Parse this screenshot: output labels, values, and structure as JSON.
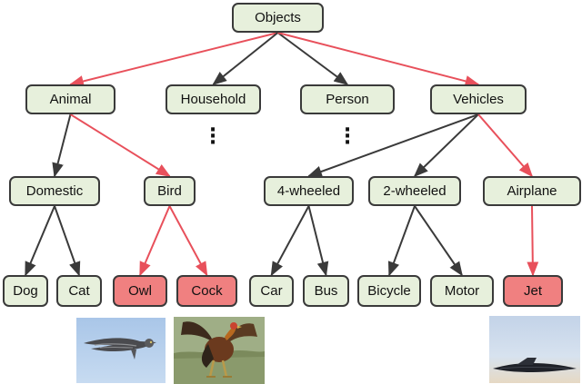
{
  "colors": {
    "node_fill": "#e7f0dc",
    "highlight_fill": "#f08080",
    "edge_gray": "#3a3a3a",
    "edge_red": "#e8505b"
  },
  "nodes": {
    "objects": "Objects",
    "animal": "Animal",
    "household": "Household",
    "person": "Person",
    "vehicles": "Vehicles",
    "domestic": "Domestic",
    "bird": "Bird",
    "four_wheeled": "4-wheeled",
    "two_wheeled": "2-wheeled",
    "airplane": "Airplane",
    "dog": "Dog",
    "cat": "Cat",
    "owl": "Owl",
    "cock": "Cock",
    "car": "Car",
    "bus": "Bus",
    "bicycle": "Bicycle",
    "motor": "Motor",
    "jet": "Jet"
  },
  "edges": [
    {
      "from": "objects",
      "to": "animal",
      "highlight": true
    },
    {
      "from": "objects",
      "to": "household",
      "highlight": false
    },
    {
      "from": "objects",
      "to": "person",
      "highlight": false
    },
    {
      "from": "objects",
      "to": "vehicles",
      "highlight": true
    },
    {
      "from": "animal",
      "to": "domestic",
      "highlight": false
    },
    {
      "from": "animal",
      "to": "bird",
      "highlight": true
    },
    {
      "from": "vehicles",
      "to": "four_wheeled",
      "highlight": false
    },
    {
      "from": "vehicles",
      "to": "two_wheeled",
      "highlight": false
    },
    {
      "from": "vehicles",
      "to": "airplane",
      "highlight": true
    },
    {
      "from": "domestic",
      "to": "dog",
      "highlight": false
    },
    {
      "from": "domestic",
      "to": "cat",
      "highlight": false
    },
    {
      "from": "bird",
      "to": "owl",
      "highlight": true
    },
    {
      "from": "bird",
      "to": "cock",
      "highlight": true
    },
    {
      "from": "four_wheeled",
      "to": "car",
      "highlight": false
    },
    {
      "from": "four_wheeled",
      "to": "bus",
      "highlight": false
    },
    {
      "from": "two_wheeled",
      "to": "bicycle",
      "highlight": false
    },
    {
      "from": "two_wheeled",
      "to": "motor",
      "highlight": false
    },
    {
      "from": "airplane",
      "to": "jet",
      "highlight": true
    }
  ],
  "highlighted_nodes": [
    "owl",
    "cock",
    "jet"
  ],
  "photos": [
    {
      "depicts": "owl in flight",
      "icon": "owl-photo"
    },
    {
      "depicts": "rooster",
      "icon": "rooster-photo"
    },
    {
      "depicts": "jet aircraft",
      "icon": "jet-photo"
    }
  ]
}
